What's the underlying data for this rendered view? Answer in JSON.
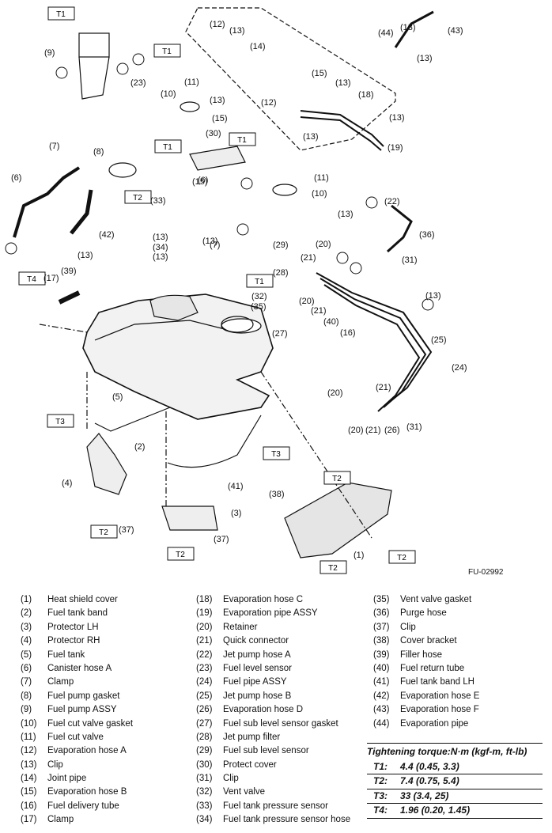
{
  "figure_id": "FU-02992",
  "torque_codes": [
    "T1",
    "T2",
    "T3",
    "T4"
  ],
  "parts": [
    {
      "num": "(1)",
      "name": "Heat shield cover"
    },
    {
      "num": "(2)",
      "name": "Fuel tank band"
    },
    {
      "num": "(3)",
      "name": "Protector LH"
    },
    {
      "num": "(4)",
      "name": "Protector RH"
    },
    {
      "num": "(5)",
      "name": "Fuel tank"
    },
    {
      "num": "(6)",
      "name": "Canister hose A"
    },
    {
      "num": "(7)",
      "name": "Clamp"
    },
    {
      "num": "(8)",
      "name": "Fuel pump gasket"
    },
    {
      "num": "(9)",
      "name": "Fuel pump ASSY"
    },
    {
      "num": "(10)",
      "name": "Fuel cut valve gasket"
    },
    {
      "num": "(11)",
      "name": "Fuel cut valve"
    },
    {
      "num": "(12)",
      "name": "Evaporation hose A"
    },
    {
      "num": "(13)",
      "name": "Clip"
    },
    {
      "num": "(14)",
      "name": "Joint pipe"
    },
    {
      "num": "(15)",
      "name": "Evaporation hose B"
    },
    {
      "num": "(16)",
      "name": "Fuel delivery tube"
    },
    {
      "num": "(17)",
      "name": "Clamp"
    },
    {
      "num": "(18)",
      "name": "Evaporation hose C"
    },
    {
      "num": "(19)",
      "name": "Evaporation pipe ASSY"
    },
    {
      "num": "(20)",
      "name": "Retainer"
    },
    {
      "num": "(21)",
      "name": "Quick connector"
    },
    {
      "num": "(22)",
      "name": "Jet pump hose A"
    },
    {
      "num": "(23)",
      "name": "Fuel level sensor"
    },
    {
      "num": "(24)",
      "name": "Fuel pipe ASSY"
    },
    {
      "num": "(25)",
      "name": "Jet pump hose B"
    },
    {
      "num": "(26)",
      "name": "Evaporation hose D"
    },
    {
      "num": "(27)",
      "name": "Fuel sub level sensor gasket"
    },
    {
      "num": "(28)",
      "name": "Jet pump filter"
    },
    {
      "num": "(29)",
      "name": "Fuel sub level sensor"
    },
    {
      "num": "(30)",
      "name": "Protect cover"
    },
    {
      "num": "(31)",
      "name": "Clip"
    },
    {
      "num": "(32)",
      "name": "Vent valve"
    },
    {
      "num": "(33)",
      "name": "Fuel tank pressure sensor"
    },
    {
      "num": "(34)",
      "name": "Fuel tank pressure sensor hose"
    },
    {
      "num": "(35)",
      "name": "Vent valve gasket"
    },
    {
      "num": "(36)",
      "name": "Purge hose"
    },
    {
      "num": "(37)",
      "name": "Clip"
    },
    {
      "num": "(38)",
      "name": "Cover bracket"
    },
    {
      "num": "(39)",
      "name": "Filler hose"
    },
    {
      "num": "(40)",
      "name": "Fuel return tube"
    },
    {
      "num": "(41)",
      "name": "Fuel tank band LH"
    },
    {
      "num": "(42)",
      "name": "Evaporation hose E"
    },
    {
      "num": "(43)",
      "name": "Evaporation hose F"
    },
    {
      "num": "(44)",
      "name": "Evaporation pipe"
    }
  ],
  "torque": {
    "title": "Tightening torque:N·m (kgf-m, ft-lb)",
    "rows": [
      {
        "code": "T1:",
        "value": "4.4 (0.45, 3.3)"
      },
      {
        "code": "T2:",
        "value": "7.4 (0.75, 5.4)"
      },
      {
        "code": "T3:",
        "value": "33 (3.4, 25)"
      },
      {
        "code": "T4:",
        "value": "1.96 (0.20, 1.45)"
      }
    ]
  }
}
